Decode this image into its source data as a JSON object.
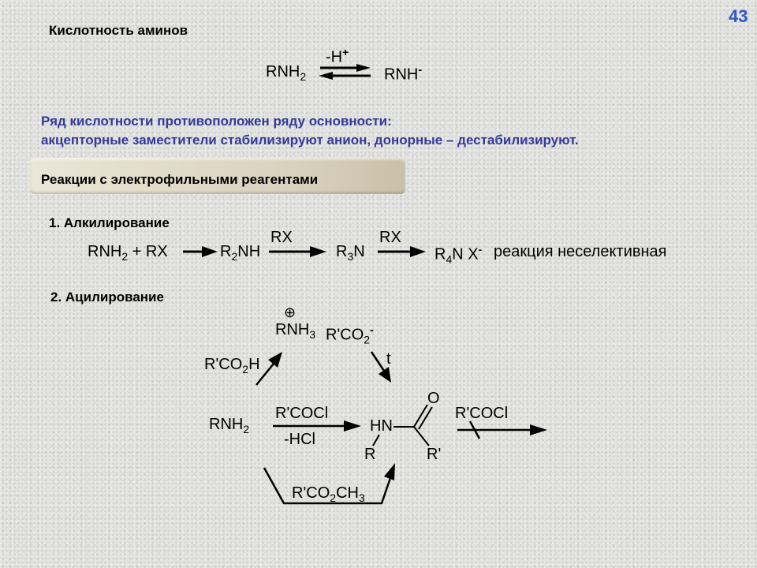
{
  "page": {
    "title": "Кислотность аминов",
    "number": "43"
  },
  "acidity": {
    "reactant": "RNH",
    "reactant_sub": "2",
    "reagent": "-H",
    "reagent_sup": "+",
    "product": "RNH",
    "product_sup": "-"
  },
  "note": {
    "line1": "Ряд кислотности противоположен ряду основности:",
    "line2": "акцепторные заместители стабилизируют анион, донорные – дестабилизируют."
  },
  "banner": {
    "label": "Реакции с электрофильными реагентами"
  },
  "alkylation": {
    "heading": "1. Алкилирование",
    "start_a": "RNH",
    "start_sub": "2",
    "start_b": " + RX",
    "p1": "R",
    "p1_sub": "2",
    "p1_b": "NH",
    "rx1": "RX",
    "p2": "R",
    "p2_sub": "3",
    "p2_b": "N",
    "rx2": "RX",
    "p3": "R",
    "p3_sub": "4",
    "p3_b": "N X",
    "p3_sup": "-",
    "remark": "реакция неселективная"
  },
  "acylation": {
    "heading": "2. Ацилирование",
    "plus_sign": "⊕",
    "salt_cation": "RNH",
    "salt_cation_sub": "3",
    "salt_anion": "R'CO",
    "salt_anion_sub": "2",
    "salt_anion_sup": "-",
    "acid": "R'CO",
    "acid_sub": "2",
    "acid_b": "H",
    "heat": "t",
    "amine": "RNH",
    "amine_sub": "2",
    "reagent": "R'COCl",
    "byproduct": "-HCl",
    "amide_nh": "HN",
    "amide_o": "O",
    "amide_r": "R",
    "amide_r2": "R'",
    "blocked_reagent": "R'COCl",
    "ester": "R'CO",
    "ester_sub": "2",
    "ester_b": "CH",
    "ester_sub2": "3"
  }
}
